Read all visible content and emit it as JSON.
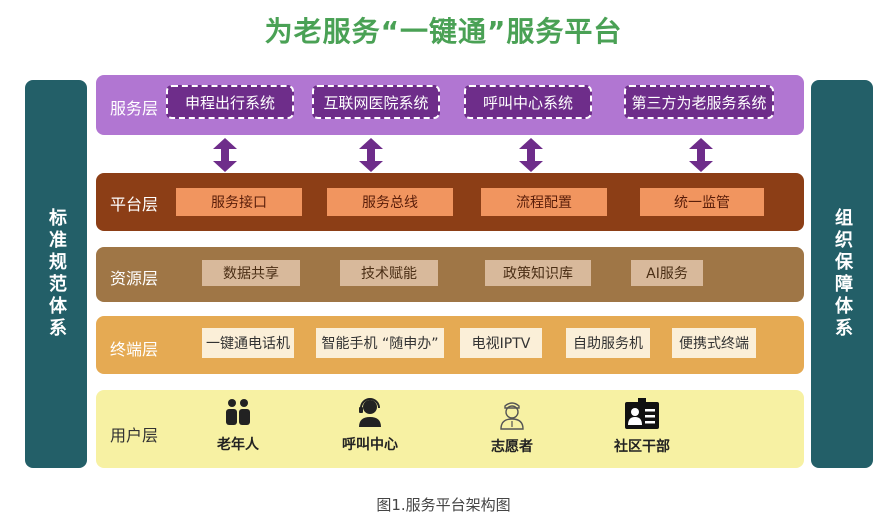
{
  "title": "为老服务“一键通”服务平台",
  "left_panel": "标准规范体系",
  "right_panel": "组织保障体系",
  "layers": {
    "service": {
      "name": "服务层",
      "items": [
        "申程出行系统",
        "互联网医院系统",
        "呼叫中心系统",
        "第三方为老服务系统"
      ]
    },
    "platform": {
      "name": "平台层",
      "items": [
        "服务接口",
        "服务总线",
        "流程配置",
        "统一监管"
      ]
    },
    "resource": {
      "name": "资源层",
      "items": [
        "数据共享",
        "技术赋能",
        "政策知识库",
        "AI服务"
      ]
    },
    "terminal": {
      "name": "终端层",
      "items": [
        "一键通电话机",
        "智能手机 “随申办”",
        "电视IPTV",
        "自助服务机",
        "便携式终端"
      ]
    },
    "user": {
      "name": "用户层",
      "items": [
        {
          "label": "老年人",
          "icon": "elderly-people-icon"
        },
        {
          "label": "呼叫中心",
          "icon": "call-center-agent-icon"
        },
        {
          "label": "志愿者",
          "icon": "volunteer-nurse-icon"
        },
        {
          "label": "社区干部",
          "icon": "id-badge-icon"
        }
      ]
    }
  },
  "caption": "图1.服务平台架构图",
  "colors": {
    "title": "#4aa155",
    "side_panels": "#235f68",
    "service": "#b176d2",
    "platform": "#8c3e16",
    "resource": "#9f7646",
    "terminal": "#e5aa53",
    "user": "#f7f1a3",
    "arrows": "#6e2d8a"
  }
}
